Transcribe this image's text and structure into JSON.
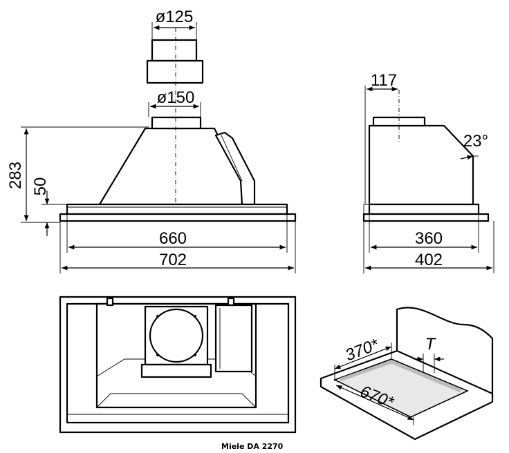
{
  "front_view": {
    "duct_small": "ø125",
    "duct_large": "ø150",
    "height_total": "283",
    "height_base": "50",
    "width_inner": "660",
    "width_outer": "702"
  },
  "side_view": {
    "collar_offset": "117",
    "angle": "23°",
    "depth_inner": "360",
    "depth_outer": "402"
  },
  "cutout_view": {
    "depth": "370*",
    "width": "670*",
    "thickness": "T"
  },
  "caption": "Miele DA 2270"
}
